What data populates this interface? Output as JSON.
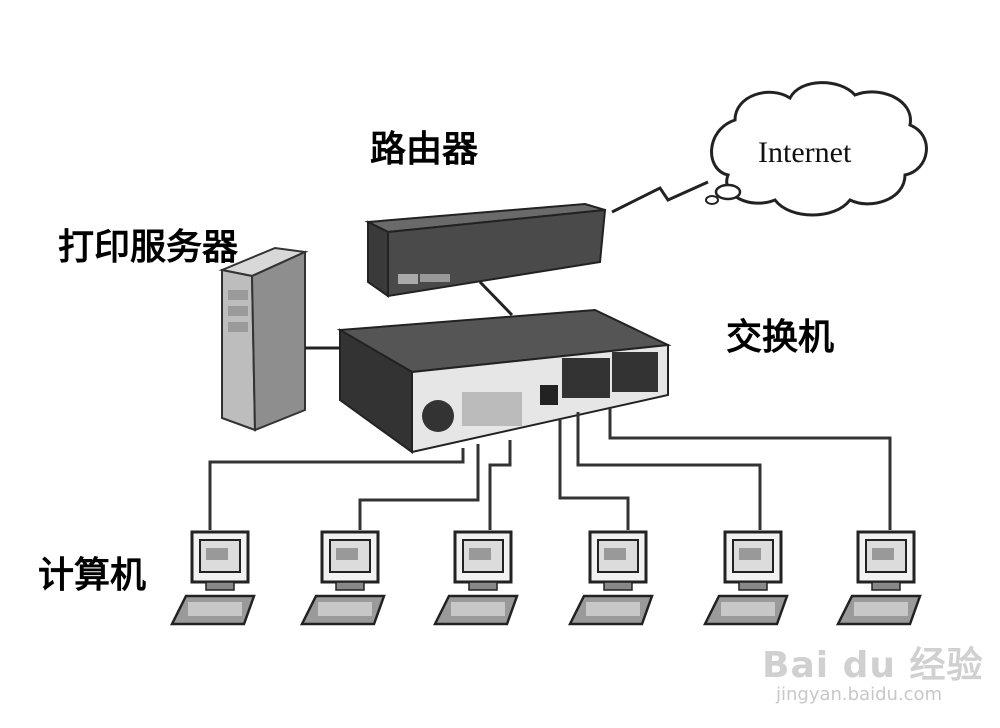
{
  "labels": {
    "router": "路由器",
    "print_server": "打印服务器",
    "switch": "交换机",
    "computers": "计算机",
    "cloud": "Internet"
  },
  "watermark": {
    "brand": "Bai du 经验",
    "url": "jingyan.baidu.com"
  },
  "computer_count": 6
}
